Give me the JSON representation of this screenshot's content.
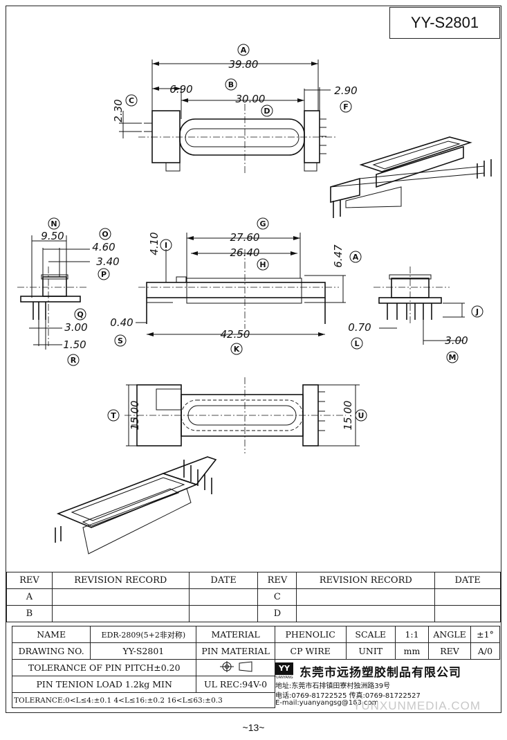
{
  "doc_code": "YY-S2801",
  "page_number": "~13~",
  "watermark": "YUNXUNMEDIA.COM",
  "dimensions": {
    "A": {
      "letter": "A",
      "value": "39.80"
    },
    "B": {
      "letter": "B",
      "value": "6.90"
    },
    "C": {
      "letter": "C",
      "value": "2.30"
    },
    "D": {
      "letter": "D",
      "value": "30.00"
    },
    "F": {
      "letter": "F",
      "value": "2.90"
    },
    "N": {
      "letter": "N",
      "value": "9.50"
    },
    "O": {
      "letter": "O",
      "value": "4.60"
    },
    "P": {
      "letter": "P",
      "value": "3.40"
    },
    "Q": {
      "letter": "Q",
      "value": "3.00"
    },
    "R": {
      "letter": "R",
      "value": "1.50"
    },
    "G": {
      "letter": "G",
      "value": "27.60"
    },
    "H": {
      "letter": "H",
      "value": "26.40"
    },
    "I": {
      "letter": "I",
      "value": "4.10"
    },
    "A2": {
      "letter": "A",
      "value": "6.47"
    },
    "S": {
      "letter": "S",
      "value": "0.40"
    },
    "K": {
      "letter": "K",
      "value": "42.50"
    },
    "J": {
      "letter": "J",
      "value": ""
    },
    "L": {
      "letter": "L",
      "value": "0.70"
    },
    "M": {
      "letter": "M",
      "value": "3.00"
    },
    "T": {
      "letter": "T",
      "value": "15.00"
    },
    "U": {
      "letter": "U",
      "value": "15.00"
    }
  },
  "revision_table": {
    "headers": [
      "REV",
      "REVISION RECORD",
      "DATE",
      "REV",
      "REVISION RECORD",
      "DATE"
    ],
    "rows": [
      [
        "A",
        "",
        "",
        "C",
        "",
        ""
      ],
      [
        "B",
        "",
        "",
        "D",
        "",
        ""
      ]
    ]
  },
  "title_block": {
    "name_label": "NAME",
    "name_value": "EDR-2809(5+2非对称)",
    "material_label": "MATERIAL",
    "material_value": "PHENOLIC",
    "scale_label": "SCALE",
    "scale_value": "1:1",
    "angle_label": "ANGLE",
    "angle_value": "±1°",
    "drawing_no_label": "DRAWING NO.",
    "drawing_no_value": "YY-S2801",
    "pin_material_label": "PIN MATERIAL",
    "pin_material_value": "CP WIRE",
    "unit_label": "UNIT",
    "unit_value": "mm",
    "rev_label": "REV",
    "rev_value": "A/0",
    "tolerance_pitch": "TOLERANCE OF PIN PITCH±0.20",
    "pin_tension": "PIN TENION LOAD 1.2kg MIN",
    "ul_rec": "UL REC:94V-0",
    "tolerance_general": "TOLERANCE:0<L≤4:±0.1  4<L≤16:±0.2  16<L≤63:±0.3"
  },
  "company": {
    "logo_text": "YY",
    "logo_sub": "YUANYANG",
    "name": "东莞市远扬塑胶制品有限公司",
    "address": "地址:东莞市石排镇田寮村独洲路39号",
    "phone": "电话:0769-81722525   传真:0769-81722527",
    "email": "E-mail:yuanyangsg@163.com"
  }
}
